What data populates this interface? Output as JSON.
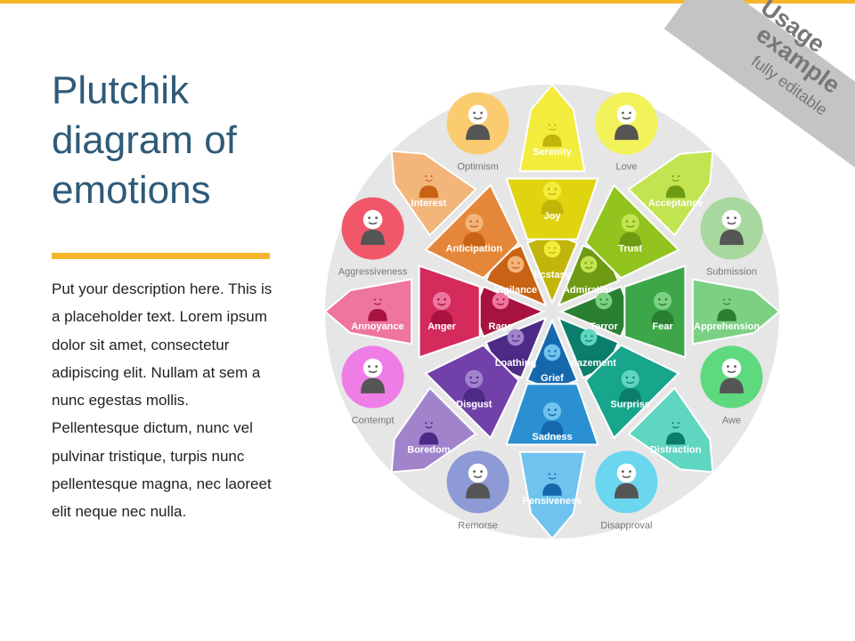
{
  "title": "Plutchik diagram of emotions",
  "description": "Put your description here. This is a placeholder text. Lorem ipsum dolor sit amet, consectetur adipiscing elit. Nullam at sem a nunc egestas mollis. Pellentesque dictum, nunc vel pulvinar tristique, turpis nunc pellentesque magna, nec laoreet elit neque nec nulla.",
  "banner": {
    "line1": "Usage",
    "line2": "example",
    "line3": "fully editable"
  },
  "colors": {
    "accent": "#f7b52c",
    "title": "#2f5a78",
    "circle": "#e6e6e6",
    "outer_text": "#777777"
  },
  "petals": [
    {
      "inner": "Ecstasy",
      "middle": "Joy",
      "outer": "Serenity",
      "icon": "smiley-icon",
      "colors": [
        "#c2b50a",
        "#e0d410",
        "#f3ec3c"
      ]
    },
    {
      "inner": "Admiration",
      "middle": "Trust",
      "outer": "Acceptance",
      "icon": "hug-icon",
      "colors": [
        "#6e9a14",
        "#93c31e",
        "#c2e450"
      ]
    },
    {
      "inner": "Terror",
      "middle": "Fear",
      "outer": "Apprehension",
      "icon": "scared-icon",
      "colors": [
        "#2a7f33",
        "#3ca648",
        "#7cd084"
      ]
    },
    {
      "inner": "Amazement",
      "middle": "Surprise",
      "outer": "Distraction",
      "icon": "surprised-icon",
      "colors": [
        "#0b7e6b",
        "#17a58b",
        "#5fd6c0"
      ]
    },
    {
      "inner": "Grief",
      "middle": "Sadness",
      "outer": "Pensiveness",
      "icon": "sad-icon",
      "colors": [
        "#1668ad",
        "#2b90d2",
        "#6fc3ee"
      ]
    },
    {
      "inner": "Loathing",
      "middle": "Disgust",
      "outer": "Boredom",
      "icon": "disgusted-icon",
      "colors": [
        "#4d2a85",
        "#7140a8",
        "#a183cc"
      ]
    },
    {
      "inner": "Rage",
      "middle": "Anger",
      "outer": "Annoyance",
      "icon": "angry-icon",
      "colors": [
        "#a8123f",
        "#d42a5c",
        "#ee75a0"
      ]
    },
    {
      "inner": "Vigilance",
      "middle": "Anticipation",
      "outer": "Interest",
      "icon": "thinking-icon",
      "colors": [
        "#c86214",
        "#e5873a",
        "#f3b57a"
      ]
    }
  ],
  "dyads": [
    {
      "label": "Love",
      "color": "#f2f25a"
    },
    {
      "label": "Submission",
      "color": "#a8d89e"
    },
    {
      "label": "Awe",
      "color": "#5fd97d"
    },
    {
      "label": "Disapproval",
      "color": "#6ad6f0"
    },
    {
      "label": "Remorse",
      "color": "#8e9ad6"
    },
    {
      "label": "Contempt",
      "color": "#ef7de6"
    },
    {
      "label": "Aggressiveness",
      "color": "#f0586a"
    },
    {
      "label": "Optimism",
      "color": "#fbcb70"
    }
  ]
}
